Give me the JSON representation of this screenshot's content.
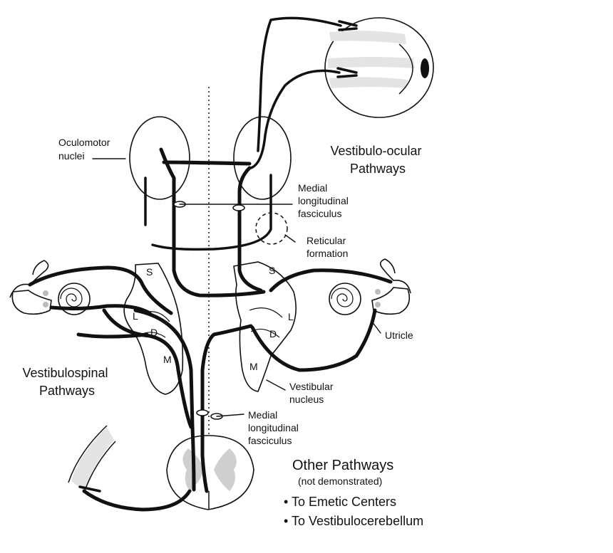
{
  "labels": {
    "oculomotor_nuclei": [
      "Oculomotor",
      "nuclei"
    ],
    "vestibulo_ocular": [
      "Vestibulo-ocular",
      "Pathways"
    ],
    "mlf_top": [
      "Medial",
      "longitudinal",
      "fasciculus"
    ],
    "reticular_formation": [
      "Reticular",
      "formation"
    ],
    "utricle": "Utricle",
    "vestibulospinal": [
      "Vestibulospinal",
      "Pathways"
    ],
    "vestibular_nucleus": [
      "Vestibular",
      "nucleus"
    ],
    "mlf_bottom": [
      "Medial",
      "longitudinal",
      "fasciculus"
    ],
    "other_pathways_title": "Other Pathways",
    "other_pathways_note": "(not demonstrated)",
    "other_pathways_items": [
      "• To Emetic Centers",
      "• To Vestibulocerebellum"
    ],
    "nucleus_letters": {
      "left": [
        "S",
        "L",
        "D",
        "M"
      ],
      "right": [
        "S",
        "L",
        "D",
        "M"
      ]
    }
  }
}
